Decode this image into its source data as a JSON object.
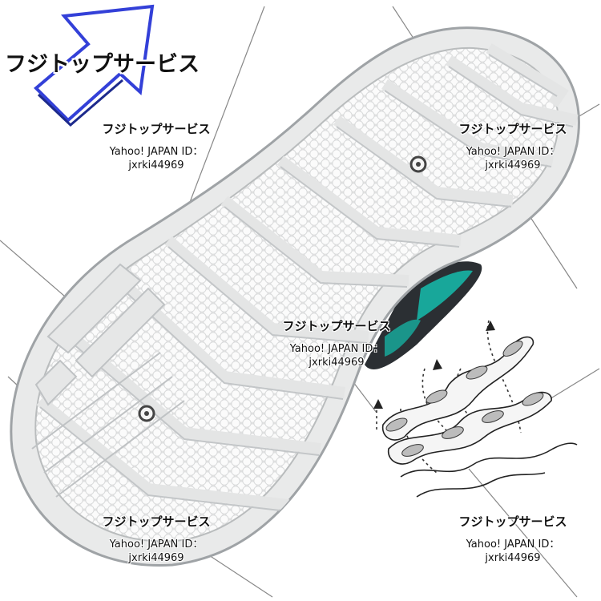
{
  "logo": {
    "text": "フジトップサービス"
  },
  "watermarks": [
    {
      "brand": "フジトップサービス",
      "id_label": "Yahoo! JAPAN ID：",
      "id_value": "jxrki44969"
    },
    {
      "brand": "フジトップサービス",
      "id_label": "Yahoo! JAPAN ID：",
      "id_value": "jxrki44969"
    },
    {
      "brand": "フジトップサービス",
      "id_label": "Yahoo! JAPAN ID：",
      "id_value": "jxrki44969"
    },
    {
      "brand": "フジトップサービス",
      "id_label": "Yahoo! JAPAN ID：",
      "id_value": "jxrki44969"
    },
    {
      "brand": "フジトップサービス",
      "id_label": "Yahoo! JAPAN ID：",
      "id_value": "jxrki44969"
    }
  ],
  "colors": {
    "sole": "#e9eaea",
    "sole_edge": "#b9bcbd",
    "foam": "#f4f4f4",
    "upper_dark": "#2b2f33",
    "upper_teal": "#18a79a",
    "arrow_blue": "#3340d8"
  },
  "icons": [
    "arrow-logo-icon",
    "shoe-sole-image",
    "wave-sole-diagram-icon"
  ]
}
